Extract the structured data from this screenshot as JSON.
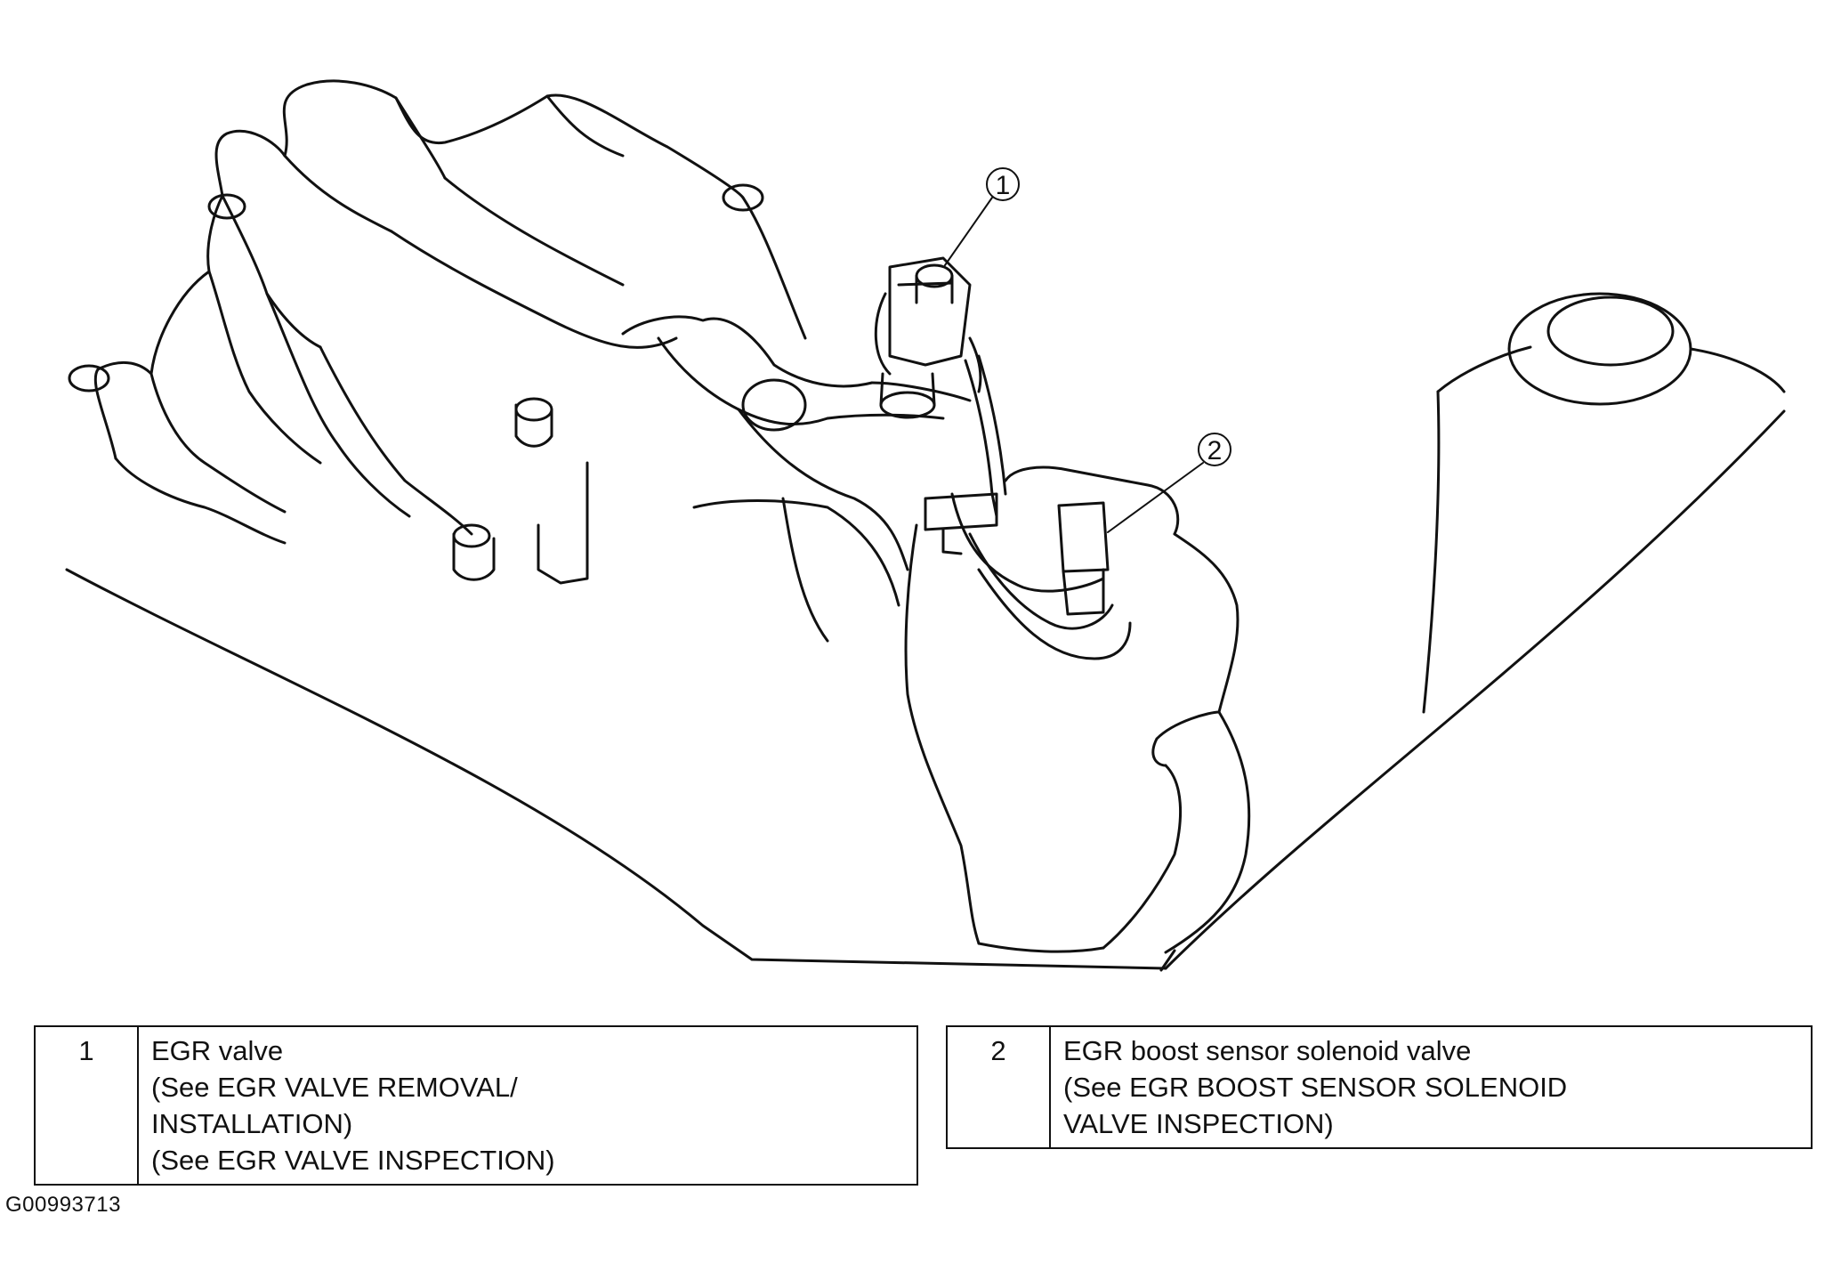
{
  "legend": [
    {
      "number": "1",
      "lines": [
        "EGR valve",
        "(See EGR VALVE REMOVAL/",
        "INSTALLATION)",
        "(See EGR VALVE INSPECTION)"
      ]
    },
    {
      "number": "2",
      "lines": [
        "EGR boost sensor solenoid valve",
        "(See  EGR BOOST SENSOR SOLENOID",
        "VALVE INSPECTION)"
      ]
    }
  ],
  "callouts": {
    "one": "1",
    "two": "2"
  },
  "figure_id": "G00993713"
}
